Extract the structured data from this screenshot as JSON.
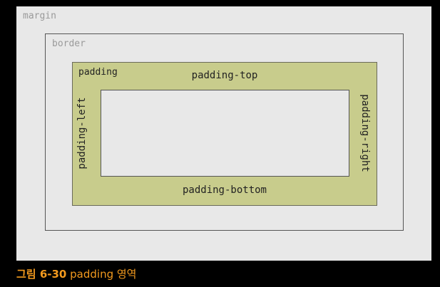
{
  "diagram": {
    "margin_label": "margin",
    "border_label": "border",
    "padding_label": "padding",
    "padding_top": "padding-top",
    "padding_bottom": "padding-bottom",
    "padding_left": "padding-left",
    "padding_right": "padding-right"
  },
  "caption": {
    "figure_number": "그림 6-30",
    "title": "padding 영역"
  },
  "colors": {
    "background": "#000000",
    "figure_bg": "#e8e8e8",
    "padding_fill": "#c8cc8c",
    "caption_orange": "#f39a1e"
  }
}
